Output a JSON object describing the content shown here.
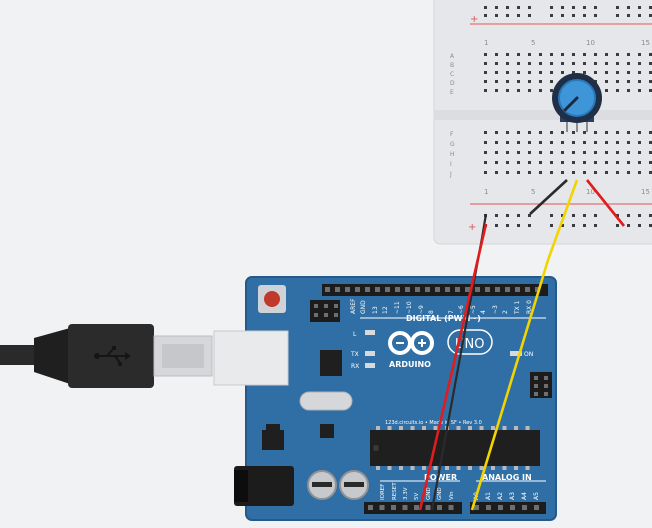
{
  "canvas": {
    "background": "#f1f2f4"
  },
  "colors": {
    "board": "#2f6fa6",
    "board_edge": "#25598a",
    "breadboard": "#e6e7ea",
    "rail_red": "#e05555",
    "wire_red": "#e21c1c",
    "wire_black": "#2b2b2b",
    "wire_yellow": "#f2d400",
    "pot_knob": "#3e95d8"
  },
  "breadboard": {
    "col_numbers": [
      "1",
      "5",
      "10",
      "15"
    ],
    "row_letters_top": [
      "A",
      "B",
      "C",
      "D",
      "E"
    ],
    "row_letters_bottom": [
      "F",
      "G",
      "H",
      "I",
      "J"
    ],
    "rail_plus": "+"
  },
  "arduino": {
    "brand": "ARDUINO",
    "model": "UNO",
    "digital_label": "DIGITAL (PWM~)",
    "analog_label": "ANALOG IN",
    "power_label": "POWER",
    "credit": "123d.circuits.io • Made in SF • Rev 3.0",
    "led_l": "L",
    "led_tx": "TX",
    "led_rx": "RX",
    "led_on": "ON",
    "header_top": [
      "AREF",
      "GND",
      "13",
      "12",
      "~11",
      "~10",
      "~9",
      "8",
      "7",
      "~6",
      "~5",
      "4",
      "~3",
      "2",
      "TX 1",
      "RX 0"
    ],
    "header_power": [
      "IOREF",
      "RESET",
      "3.3V",
      "5V",
      "GND",
      "GND",
      "Vin"
    ],
    "header_analog": [
      "A0",
      "A1",
      "A2",
      "A3",
      "A4",
      "A5"
    ],
    "icons": {
      "logo": "infinity-logo-icon",
      "usb": "usb-icon"
    }
  }
}
